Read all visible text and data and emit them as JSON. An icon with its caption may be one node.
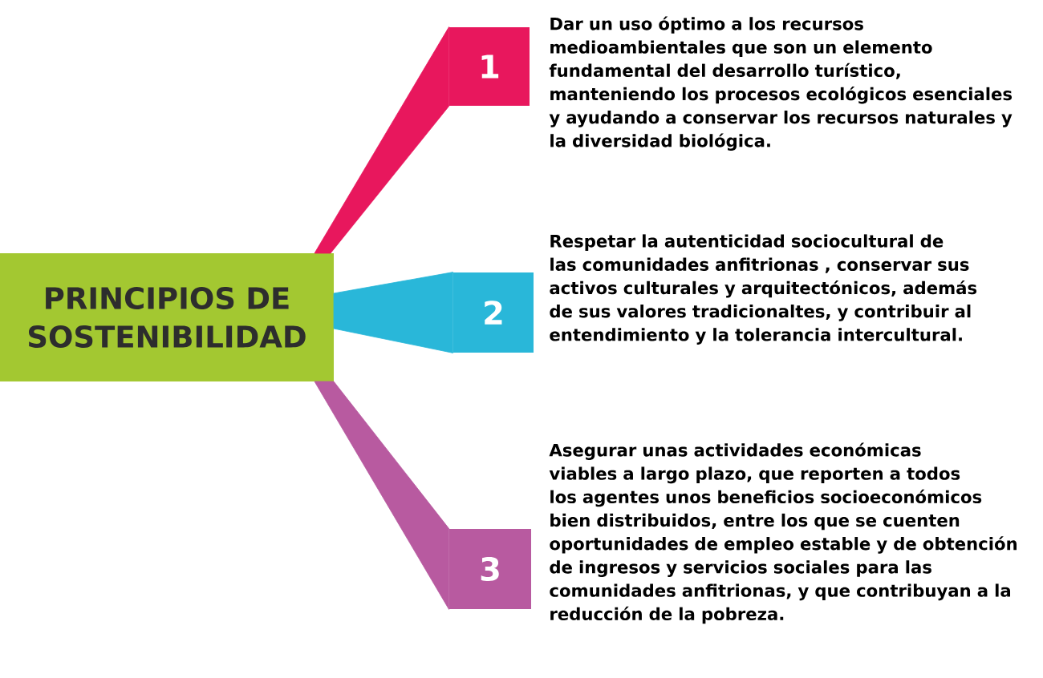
{
  "diagram": {
    "nodes": [
      {
        "text": [
          "PRINCIPIOS DE SOSTENIBILIDAD"
        ]
      },
      {
        "text": [
          "1"
        ],
        "beside": [
          "Dar un uso óptimo a los recursos medioambientales que son un elemento fundamental del desarrollo turístico, manteniendo los procesos ecológicos esenciales y ayudando a conservar los recursos naturales y la diversidad biológica."
        ]
      },
      {
        "text": [
          "2"
        ],
        "beside": [
          "Respetar la autenticidad sociocultural de las comunidades anfitrionas , conservar sus activos culturales y arquitectónicos, además de sus valores tradicionaltes, y contribuir al entendimiento y la tolerancia intercultural."
        ]
      },
      {
        "text": [
          "3"
        ],
        "beside": [
          "Asegurar unas actividades económicas viables a largo plazo, que reporten a todos los agentes unos beneficios socioeconómicos bien distribuidos, entre los que se cuenten oportunidades de empleo estable y de obtención de ingresos y servicios sociales para las comunidades anfitrionas, y que contribuyan a la reducción de la pobreza."
        ]
      }
    ],
    "edges": [
      {
        "from": 0,
        "to": 1,
        "arrow": "none",
        "color": "#e8175d"
      },
      {
        "from": 0,
        "to": 2,
        "arrow": "none",
        "color": "#29b7d9"
      },
      {
        "from": 0,
        "to": 3,
        "arrow": "none",
        "color": "#b85aa0"
      }
    ]
  }
}
